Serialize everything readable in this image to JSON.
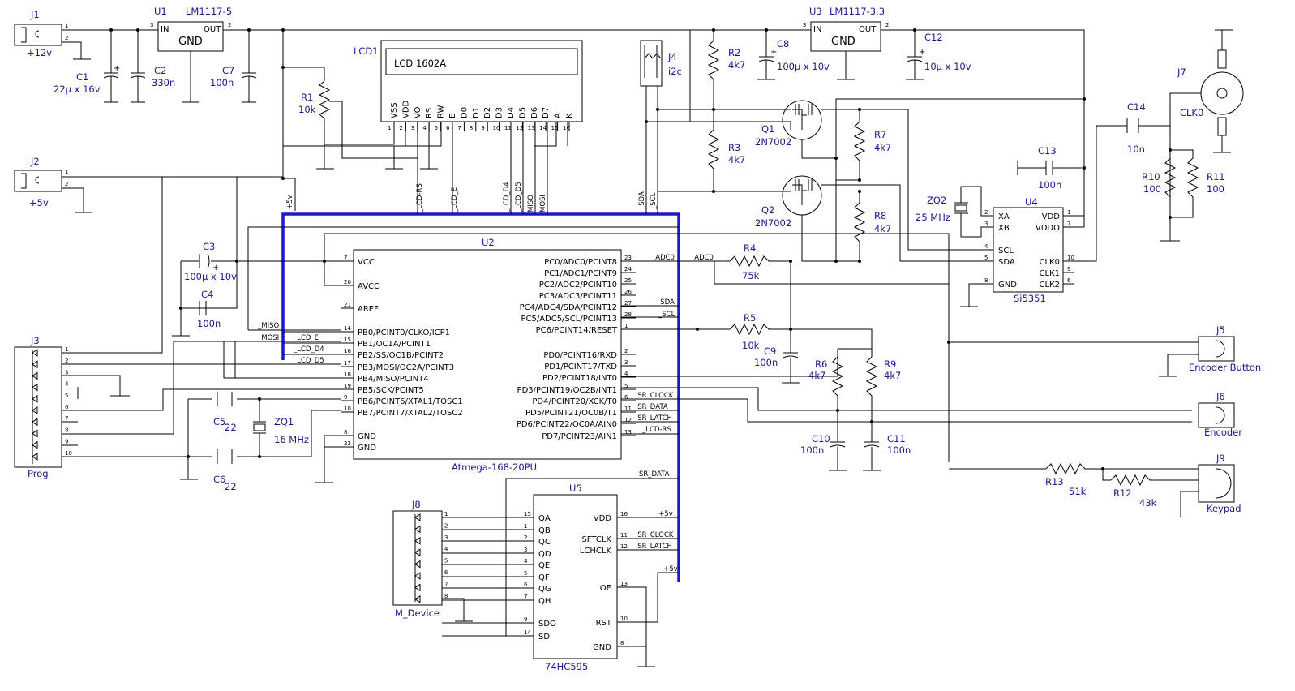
{
  "colors": {
    "wire": "#000000",
    "label": "#1a1a8c",
    "bus": "#1a1acc",
    "background": "#ffffff"
  },
  "j1": {
    "ref": "J1",
    "value": "+12v",
    "p1": "1",
    "p2": "2"
  },
  "j2": {
    "ref": "J2",
    "value": "+5v",
    "p1": "1",
    "p2": "2"
  },
  "u1": {
    "ref": "U1",
    "value": "LM1117-5",
    "in": "IN",
    "out": "OUT",
    "gnd": "GND",
    "p3": "3",
    "p2": "2"
  },
  "u3": {
    "ref": "U3",
    "value": "LM1117-3.3",
    "in": "IN",
    "out": "OUT",
    "gnd": "GND",
    "p3": "3",
    "p2": "2"
  },
  "c1": {
    "ref": "C1",
    "value": "22µ x 16v"
  },
  "c2": {
    "ref": "C2",
    "value": "330n"
  },
  "c7": {
    "ref": "C7",
    "value": "100n"
  },
  "c8": {
    "ref": "C8",
    "value": "100µ x 10v"
  },
  "c12": {
    "ref": "C12",
    "value": "10µ x 10v"
  },
  "c3": {
    "ref": "C3",
    "value": "100µ x 10v"
  },
  "c4": {
    "ref": "C4",
    "value": "100n"
  },
  "c5": {
    "ref": "C5",
    "value": "22"
  },
  "c6": {
    "ref": "C6",
    "value": "22"
  },
  "c9": {
    "ref": "C9",
    "value": "100n"
  },
  "c10": {
    "ref": "C10",
    "value": "100n"
  },
  "c11": {
    "ref": "C11",
    "value": "100n"
  },
  "c13": {
    "ref": "C13",
    "value": "100n"
  },
  "c14": {
    "ref": "C14",
    "value": "10n"
  },
  "r1": {
    "ref": "R1",
    "value": "10k"
  },
  "r2": {
    "ref": "R2",
    "value": "4k7"
  },
  "r3": {
    "ref": "R3",
    "value": "4k7"
  },
  "r4": {
    "ref": "R4",
    "value": "75k"
  },
  "r5": {
    "ref": "R5",
    "value": "10k"
  },
  "r6": {
    "ref": "R6",
    "value": "4k7"
  },
  "r7": {
    "ref": "R7",
    "value": "4k7"
  },
  "r8": {
    "ref": "R8",
    "value": "4k7"
  },
  "r9": {
    "ref": "R9",
    "value": "4k7"
  },
  "r10": {
    "ref": "R10",
    "value": "100"
  },
  "r11": {
    "ref": "R11",
    "value": "100"
  },
  "r12": {
    "ref": "R12",
    "value": "43k"
  },
  "r13": {
    "ref": "R13",
    "value": "51k"
  },
  "q1": {
    "ref": "Q1",
    "value": "2N7002"
  },
  "q2": {
    "ref": "Q2",
    "value": "2N7002"
  },
  "zq1": {
    "ref": "ZQ1",
    "value": "16 MHz"
  },
  "zq2": {
    "ref": "ZQ2",
    "value": "25 MHz"
  },
  "lcd1": {
    "ref": "LCD1",
    "display": "LCD 1602A",
    "pins": [
      "VSS",
      "VDD",
      "VO",
      "RS",
      "RW",
      "E",
      "D0",
      "D1",
      "D2",
      "D3",
      "D4",
      "D5",
      "D6",
      "D7",
      "A",
      "K"
    ],
    "nums": [
      "1",
      "2",
      "3",
      "4",
      "5",
      "6",
      "7",
      "8",
      "9",
      "10",
      "11",
      "12",
      "13",
      "14",
      "15",
      "16"
    ]
  },
  "j4": {
    "ref": "J4",
    "value": "i2c"
  },
  "j7": {
    "ref": "J7",
    "value": "CLK0"
  },
  "j5": {
    "ref": "J5",
    "value": "Encoder Button"
  },
  "j6": {
    "ref": "J6",
    "value": "Encoder"
  },
  "j9": {
    "ref": "J9",
    "value": "Keypad"
  },
  "j8": {
    "ref": "J8",
    "value": "M_Device"
  },
  "j3": {
    "ref": "J3",
    "value": "Prog"
  },
  "u2": {
    "ref": "U2",
    "value": "Atmega-168-20PU",
    "left": [
      {
        "n": "7",
        "t": "VCC"
      },
      {
        "n": "20",
        "t": "AVCC"
      },
      {
        "n": "21",
        "t": "AREF"
      },
      {
        "n": "14",
        "t": "PB0/PCINT0/CLKO/ICP1"
      },
      {
        "n": "15",
        "t": "PB1/OC1A/PCINT1"
      },
      {
        "n": "16",
        "t": "PB2/SS/OC1B/PCINT2"
      },
      {
        "n": "17",
        "t": "PB3/MOSI/OC2A/PCINT3"
      },
      {
        "n": "18",
        "t": "PB4/MISO/PCINT4"
      },
      {
        "n": "19",
        "t": "PB5/SCK/PCINT5"
      },
      {
        "n": "9",
        "t": "PB6/PCINT6/XTAL1/TOSC1"
      },
      {
        "n": "10",
        "t": "PB7/PCINT7/XTAL2/TOSC2"
      },
      {
        "n": "8",
        "t": "GND"
      },
      {
        "n": "22",
        "t": "GND"
      }
    ],
    "right": [
      {
        "n": "23",
        "t": "PC0/ADC0/PCINT8"
      },
      {
        "n": "24",
        "t": "PC1/ADC1/PCINT9"
      },
      {
        "n": "25",
        "t": "PC2/ADC2/PCINT10"
      },
      {
        "n": "26",
        "t": "PC3/ADC3/PCINT11"
      },
      {
        "n": "27",
        "t": "PC4/ADC4/SDA/PCINT12"
      },
      {
        "n": "28",
        "t": "PC5/ADC5/SCL/PCINT13"
      },
      {
        "n": "1",
        "t": "PC6/PCINT14/RESET"
      },
      {
        "n": "2",
        "t": "PD0/PCINT16/RXD"
      },
      {
        "n": "3",
        "t": "PD1/PCINT17/TXD"
      },
      {
        "n": "4",
        "t": "PD2/PCINT18/INT0"
      },
      {
        "n": "5",
        "t": "PD3/PCINT19/OC2B/INT1"
      },
      {
        "n": "6",
        "t": "PD4/PCINT20/XCK/T0"
      },
      {
        "n": "11",
        "t": "PD5/PCINT21/OC0B/T1"
      },
      {
        "n": "12",
        "t": "PD6/PCINT22/OC0A/AIN0"
      },
      {
        "n": "13",
        "t": "PD7/PCINT23/AIN1"
      }
    ]
  },
  "u5": {
    "ref": "U5",
    "value": "74HC595",
    "left": [
      {
        "n": "15",
        "t": "QA"
      },
      {
        "n": "1",
        "t": "QB"
      },
      {
        "n": "2",
        "t": "QC"
      },
      {
        "n": "3",
        "t": "QD"
      },
      {
        "n": "4",
        "t": "QE"
      },
      {
        "n": "5",
        "t": "QF"
      },
      {
        "n": "6",
        "t": "QG"
      },
      {
        "n": "7",
        "t": "QH"
      },
      {
        "n": "9",
        "t": "SDO"
      },
      {
        "n": "14",
        "t": "SDI"
      }
    ],
    "right": [
      {
        "n": "16",
        "t": "VDD"
      },
      {
        "n": "11",
        "t": "SFTCLK"
      },
      {
        "n": "12",
        "t": "LCHCLK"
      },
      {
        "n": "13",
        "t": "OE"
      },
      {
        "n": "10",
        "t": "RST"
      },
      {
        "n": "8",
        "t": "GND"
      }
    ]
  },
  "u4": {
    "ref": "U4",
    "value": "Si5351",
    "left": [
      {
        "n": "2",
        "t": "XA"
      },
      {
        "n": "3",
        "t": "XB"
      },
      {
        "n": "4",
        "t": "SCL"
      },
      {
        "n": "5",
        "t": "SDA"
      },
      {
        "n": "8",
        "t": "GND"
      }
    ],
    "right": [
      {
        "n": "1",
        "t": "VDD"
      },
      {
        "n": "7",
        "t": "VDDO"
      },
      {
        "n": "10",
        "t": "CLK0"
      },
      {
        "n": "9",
        "t": "CLK1"
      },
      {
        "n": "6",
        "t": "CLK2"
      }
    ]
  },
  "nets": {
    "plus5": "+5v",
    "lcd_rs": "_LCD-RS",
    "lcd_e": "_LCD_E",
    "lcd_d4": "_LCD_D4",
    "lcd_d5": "_LCD_D5",
    "miso": "_MISO",
    "mosi": "_MOSI",
    "sda": "_SDA",
    "scl": "_SCL",
    "adc0": "_ADC0",
    "sr_clock": "_SR_CLOCK",
    "sr_data": "_SR_DATA",
    "sr_latch": "_SR_LATCH",
    "sr_data2": "SR_DATA",
    "b_plus5": "_+5v"
  }
}
